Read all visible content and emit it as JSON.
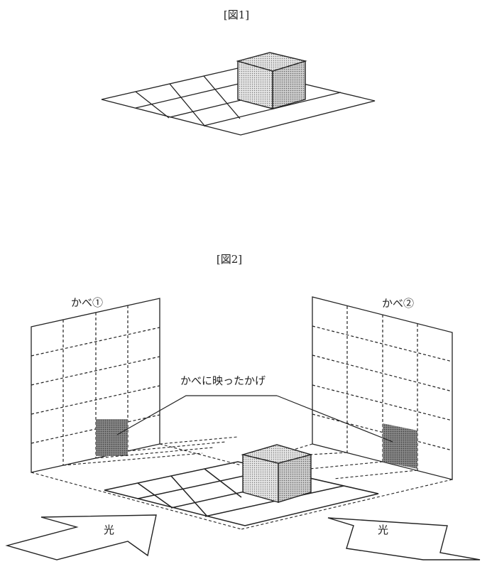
{
  "figure1": {
    "title": "[図1]"
  },
  "figure2": {
    "title": "[図2]",
    "wall1_label": "かべ①",
    "wall2_label": "かべ②",
    "shadow_label": "かべに映ったかげ",
    "light_left": "光",
    "light_right": "光"
  },
  "colors": {
    "line": "#222222",
    "shadow": "#666666",
    "cube_face": "#d8d8d8"
  }
}
